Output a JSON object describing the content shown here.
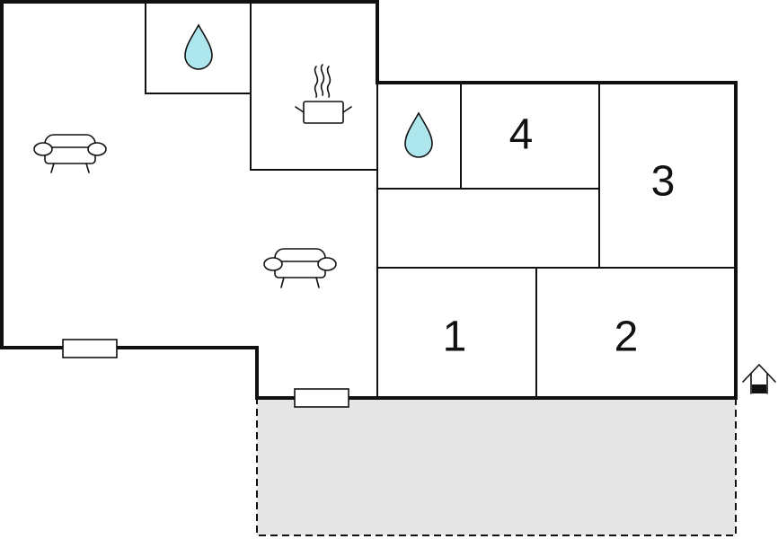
{
  "rooms": {
    "room_1": "1",
    "room_2": "2",
    "room_3": "3",
    "room_4": "4"
  },
  "icons": {
    "bathroom": "water-drop-icon",
    "kitchen": "cooking-pot-icon",
    "living": "sofa-icon",
    "entrance": "house-entrance-icon"
  },
  "colors": {
    "water": "#aee6ee",
    "terrace": "#e6e6e6",
    "wall": "#111111"
  }
}
